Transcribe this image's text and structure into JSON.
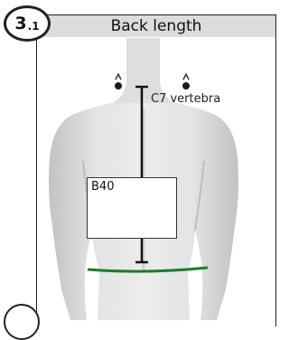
{
  "step": {
    "number": "3",
    "sub": ".1"
  },
  "header": {
    "title": "Back length"
  },
  "labels": {
    "c7": "C7 vertebra",
    "measurement_code": "B40"
  },
  "colors": {
    "waist_line": "#1f7a2e",
    "header_bg": "#dcdcdc",
    "skin": "#d9d9d9"
  }
}
